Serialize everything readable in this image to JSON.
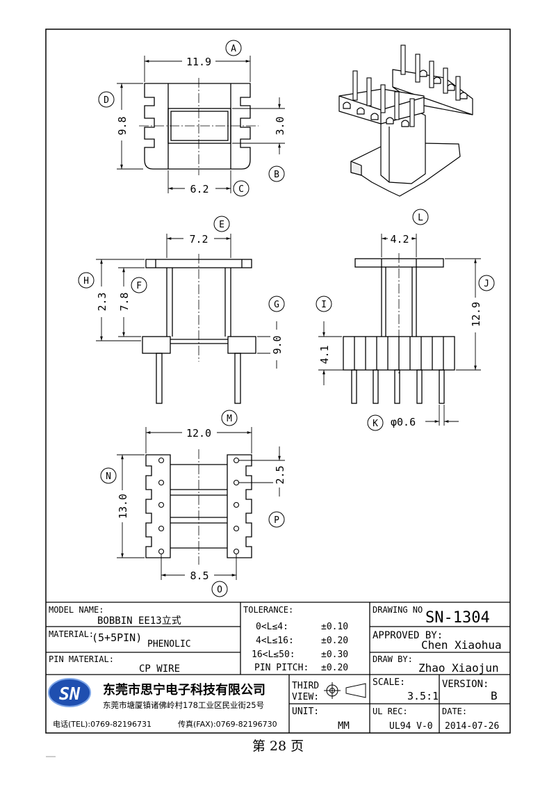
{
  "views": {
    "top": {
      "dims": [
        {
          "letter": "A",
          "value": "11.9"
        },
        {
          "letter": "B",
          "value": "3.0"
        },
        {
          "letter": "C",
          "value": "6.2"
        },
        {
          "letter": "D",
          "value": "9.8"
        }
      ]
    },
    "front": {
      "dims": [
        {
          "letter": "E",
          "value": "7.2"
        },
        {
          "letter": "F",
          "value": "7.8"
        },
        {
          "letter": "G",
          "value": "9.0"
        },
        {
          "letter": "H",
          "value": "2.3"
        }
      ]
    },
    "side": {
      "dims": [
        {
          "letter": "L",
          "value": "4.2"
        },
        {
          "letter": "J",
          "value": "12.9"
        },
        {
          "letter": "I",
          "value": "4.1"
        },
        {
          "letter": "K",
          "value": "φ0.6"
        }
      ]
    },
    "bottom": {
      "dims": [
        {
          "letter": "M",
          "value": "12.0"
        },
        {
          "letter": "N",
          "value": "13.0"
        },
        {
          "letter": "P",
          "value": "2.5"
        },
        {
          "letter": "O",
          "value": "8.5"
        }
      ]
    }
  },
  "title_block": {
    "model_name_label": "MODEL NAME:",
    "model_name": "BOBBIN EE13立式",
    "material_label": "MATERIAL:",
    "material": "PHENOLIC",
    "pin_config": "(5+5PIN)",
    "pin_material_label": "PIN MATERIAL:",
    "pin_material": "CP WIRE",
    "tolerance_label": "TOLERANCE:",
    "tolerances": [
      {
        "range": "0<L≤4:",
        "value": "±0.10"
      },
      {
        "range": "4<L≤16:",
        "value": "±0.20"
      },
      {
        "range": "16<L≤50:",
        "value": "±0.30"
      },
      {
        "range": "PIN PITCH:",
        "value": "±0.20"
      }
    ],
    "drawing_no_label": "DRAWING NO",
    "drawing_no": "SN-1304",
    "approved_by_label": "APPROVED BY:",
    "approved_by": "Chen Xiaohua",
    "draw_by_label": "DRAW BY:",
    "draw_by": "Zhao Xiaojun",
    "third_label": "THIRD",
    "view_label": "VIEW:",
    "unit_label": "UNIT:",
    "unit": "MM",
    "scale_label": "SCALE:",
    "scale": "3.5:1",
    "version_label": "VERSION:",
    "version": "B",
    "ul_rec_label": "UL REC:",
    "ul_rec": "UL94 V-0",
    "date_label": "DATE:",
    "date": "2014-07-26",
    "logo_text": "SN",
    "company_name": "东莞市思宁电子科技有限公司",
    "company_address": "东莞市塘厦镇诸佛岭村178工业区民业街25号",
    "tel": "电话(TEL):0769-82196731",
    "fax": "传真(FAX):0769-82196730"
  },
  "footer": {
    "page": "第 28 页"
  }
}
